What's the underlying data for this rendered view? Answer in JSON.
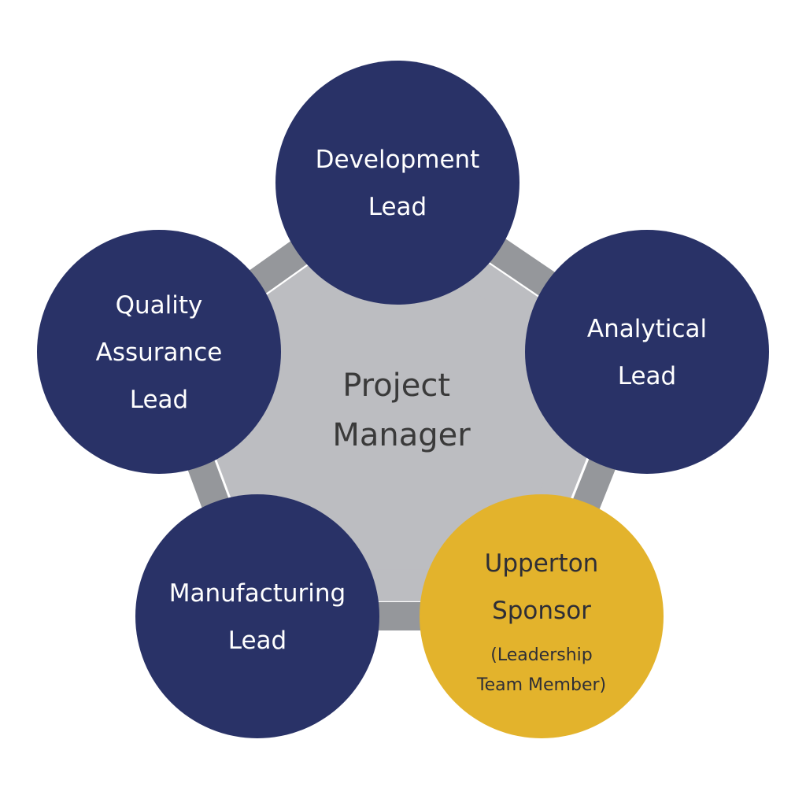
{
  "colors": {
    "ring": "#95979b",
    "ring_inner_gap": "#ffffff",
    "center_fill": "#bcbdc1",
    "center_text": "#3a3a3a",
    "node_navy": "#293267",
    "node_gold": "#e3b32c",
    "node_text_light": "#ffffff",
    "node_text_dark": "#2e2e36"
  },
  "center": {
    "lines": [
      "Project",
      "Manager"
    ]
  },
  "nodes": [
    {
      "id": "development",
      "lines": [
        "Development",
        "Lead"
      ],
      "sub": [],
      "color": "navy"
    },
    {
      "id": "analytical",
      "lines": [
        "Analytical",
        "Lead"
      ],
      "sub": [],
      "color": "navy"
    },
    {
      "id": "upperton-sponsor",
      "lines": [
        "Upperton",
        "Sponsor"
      ],
      "sub": [
        "(Leadership",
        "Team Member)"
      ],
      "color": "gold"
    },
    {
      "id": "manufacturing",
      "lines": [
        "Manufacturing",
        "Lead"
      ],
      "sub": [],
      "color": "navy"
    },
    {
      "id": "quality-assurance",
      "lines": [
        "Quality",
        "Assurance",
        "Lead"
      ],
      "sub": [],
      "color": "navy"
    }
  ]
}
